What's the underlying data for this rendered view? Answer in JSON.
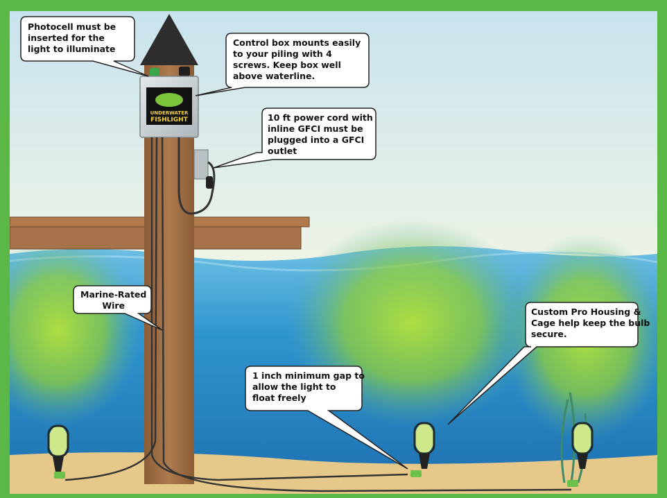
{
  "callouts": {
    "photocell": "Photocell must be\ninserted for the\nlight to illuminate",
    "control_box": "Control box mounts easily\nto your piling with 4\nscrews. Keep box well\nabove waterline.",
    "power_cord": "10 ft power cord with\ninline GFCI must be\nplugged into a GFCI\noutlet",
    "marine_wire": "Marine-Rated\nWire",
    "custom_housing": "Custom Pro Housing &\nCage help keep the bulb\nsecure.",
    "float_gap": "1 inch minimum gap to\nallow the light to\nfloat freely"
  },
  "logo": {
    "line1": "UNDERWATER",
    "line2": "FISHLIGHT"
  },
  "colors": {
    "frame": "#5cb846",
    "sky": "#dcecf0",
    "water": "#2f8fc8",
    "sand": "#e6c98a",
    "piling": "#a7754a",
    "dock": "#a8744a",
    "glow": "#8fd63a",
    "box": "#cfd6da"
  }
}
